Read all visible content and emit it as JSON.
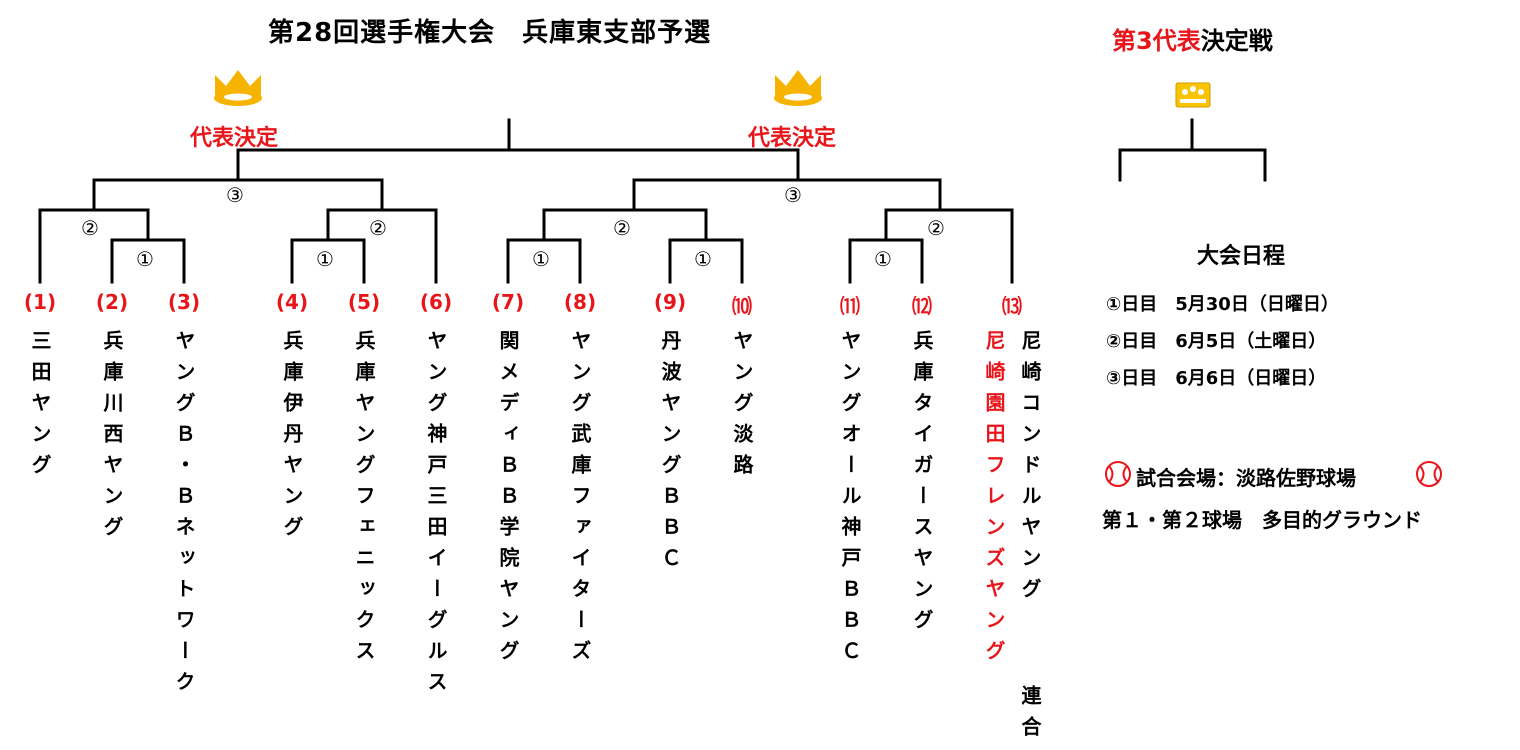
{
  "title": "第28回選手権大会　兵庫東支部予選",
  "third_title": {
    "part1": "第3代表",
    "part2": "決定戦"
  },
  "rep_label": "代表決定",
  "rounds": {
    "r1": "①",
    "r2": "②",
    "r3": "③"
  },
  "teams": [
    {
      "num": "(1)",
      "name": "三田ヤング"
    },
    {
      "num": "(2)",
      "name": "兵庫川西ヤング"
    },
    {
      "num": "(3)",
      "name": "ヤングＢ・Ｂネットワーク"
    },
    {
      "num": "(4)",
      "name": "兵庫伊丹ヤング"
    },
    {
      "num": "(5)",
      "name": "兵庫ヤングフェニックス"
    },
    {
      "num": "(6)",
      "name": "ヤング神戸三田イーグルス"
    },
    {
      "num": "(7)",
      "name": "関メディＢＢ学院ヤング"
    },
    {
      "num": "(8)",
      "name": "ヤング武庫ファイターズ"
    },
    {
      "num": "(9)",
      "name": "丹波ヤングＢＢＣ"
    },
    {
      "num": "⑽",
      "name": "ヤング淡路"
    },
    {
      "num": "⑾",
      "name": "ヤングオール神戸ＢＢＣ"
    },
    {
      "num": "⑿",
      "name": "兵庫タイガースヤング"
    },
    {
      "num": "⒀",
      "name_red": "尼崎園田フレンズヤング",
      "name_black_1": "尼崎コンドルヤング",
      "name_black_2": "連合"
    }
  ],
  "schedule": {
    "heading": "大会日程",
    "days": [
      {
        "label": "①日目",
        "date": "5月30日（日曜日）"
      },
      {
        "label": "②日目",
        "date": "6月5日（土曜日）"
      },
      {
        "label": "③日目",
        "date": "6月6日（日曜日）"
      }
    ]
  },
  "venue": {
    "label": "試合会場：淡路佐野球場",
    "grounds": "第１・第２球場　多目的グラウンド"
  },
  "colors": {
    "red": "#e8151b",
    "crown": "#f6b400",
    "line": "#000000"
  },
  "icons": [
    "crown-icon",
    "trophy-icon",
    "baseball-icon"
  ]
}
